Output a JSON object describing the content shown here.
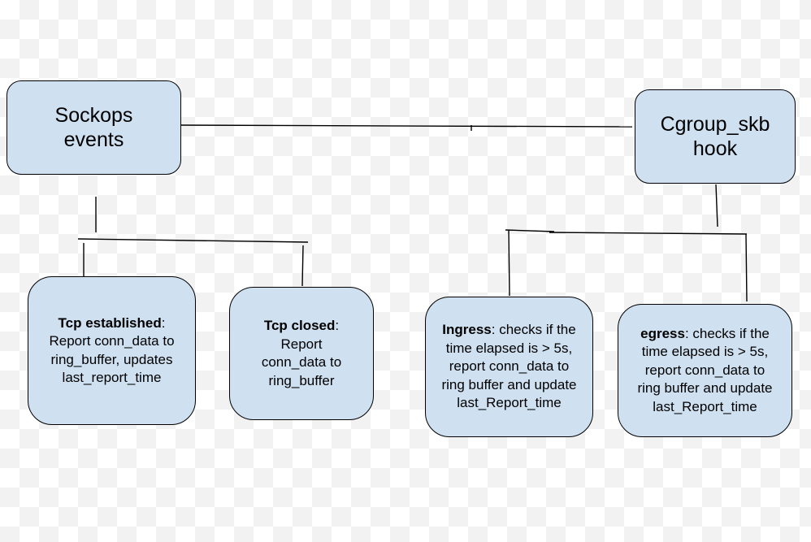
{
  "nodes": {
    "sockops": {
      "label": "Sockops events"
    },
    "cgroup": {
      "label": "Cgroup_skb hook"
    },
    "tcp_established": {
      "bold": "Tcp established",
      "text": ": Report conn_data to ring_buffer, updates last_report_time"
    },
    "tcp_closed": {
      "bold": "Tcp closed",
      "text": ": Report conn_data to ring_buffer"
    },
    "ingress": {
      "bold": "Ingress",
      "text": ": checks if the time elapsed is > 5s, report conn_data to ring buffer and update last_Report_time"
    },
    "egress": {
      "bold": "egress",
      "text": ": checks if the time elapsed is > 5s, report conn_data to ring buffer and update last_Report_time"
    }
  },
  "colors": {
    "node_fill": "#cfe0f1",
    "node_border": "#000000",
    "line": "#000000"
  }
}
